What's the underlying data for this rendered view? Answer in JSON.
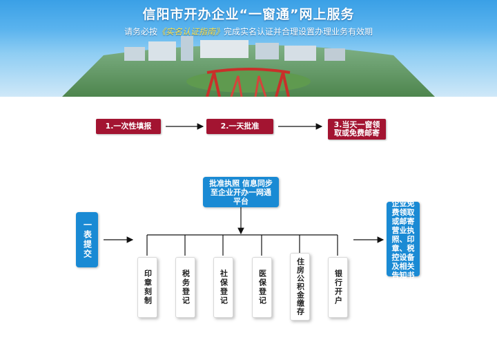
{
  "banner": {
    "title": "信阳市开办企业“一窗通”网上服务",
    "subtitle_pre": "请务必按",
    "subtitle_link": "《实名认证指南》",
    "subtitle_post": "完成实名认证并合理设置办理业务有效期"
  },
  "steps": [
    "1.一次性填报",
    "2.一天批准",
    "3.当天一窗领取或免费邮寄"
  ],
  "flow": {
    "submit": "一表提交",
    "approval": "批准执照 信息同步至企业开办一网通平台",
    "tasks": [
      "印章刻制",
      "税务登记",
      "社保登记",
      "医保登记",
      "住房公积金缴存",
      "银行开户"
    ],
    "result": "企业免费领取或邮寄营业执照、印章、税控设备及相关告知书"
  },
  "colors": {
    "step_red": "#a31431",
    "box_blue": "#1a8ad4",
    "banner_sky": "#3aa0e6"
  }
}
